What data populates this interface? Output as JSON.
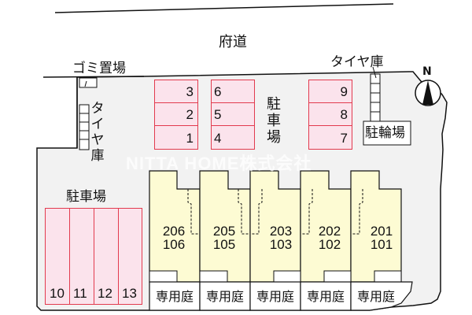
{
  "road": {
    "label": "府道"
  },
  "labels": {
    "garbage": "ゴミ置場",
    "tire_storage_top": "タイヤ庫",
    "tire_storage_left": [
      "タ",
      "イ",
      "ヤ",
      "庫"
    ],
    "parking_center": [
      "駐",
      "車",
      "場"
    ],
    "parking_left": "駐車場",
    "bicycle_parking": "駐輪場",
    "compass_north": "N",
    "watermark": "NITTA HOME株式会社"
  },
  "parking_top": {
    "col1": [
      "3",
      "2",
      "1"
    ],
    "col2": [
      "6",
      "5",
      "4"
    ],
    "col3": [
      "9",
      "8",
      "7"
    ]
  },
  "parking_bottom": [
    "10",
    "11",
    "12",
    "13"
  ],
  "units": [
    {
      "upper": "206",
      "lower": "106",
      "garden": "専用庭"
    },
    {
      "upper": "205",
      "lower": "105",
      "garden": "専用庭"
    },
    {
      "upper": "203",
      "lower": "103",
      "garden": "専用庭"
    },
    {
      "upper": "202",
      "lower": "102",
      "garden": "専用庭"
    },
    {
      "upper": "201",
      "lower": "101",
      "garden": "専用庭"
    }
  ],
  "colors": {
    "site_fill": "#f2f2f2",
    "parking_fill": "#fbe3ec",
    "parking_border": "#e23a4e",
    "unit_fill": "#fdfbd3"
  }
}
